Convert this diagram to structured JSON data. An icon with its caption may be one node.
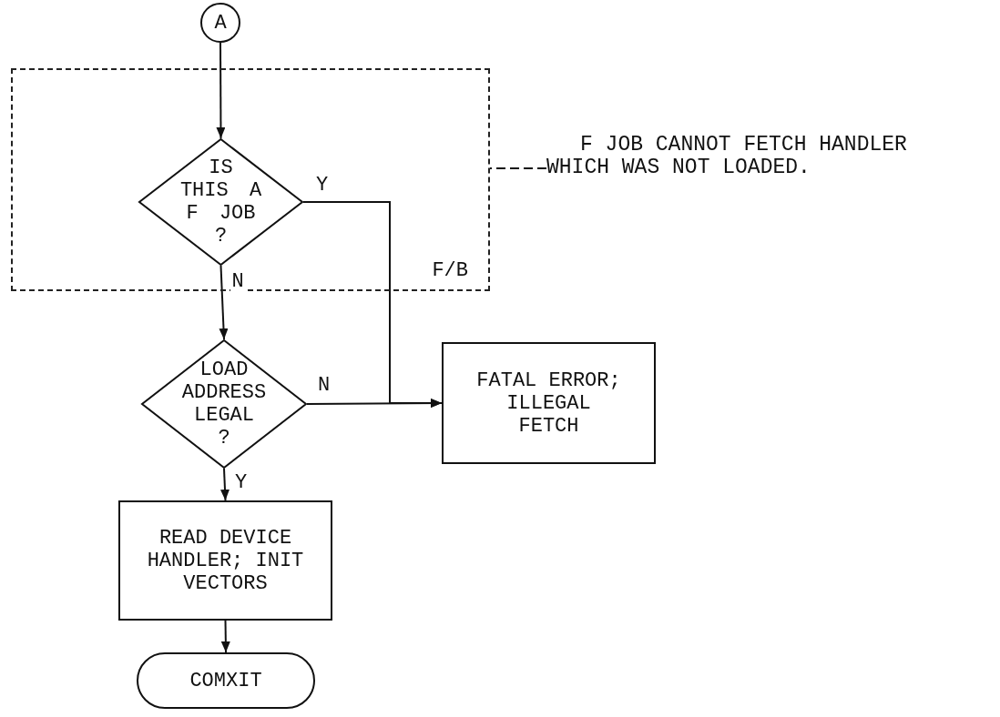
{
  "diagram": {
    "nodes": [
      {
        "text": [
          "A"
        ]
      },
      {
        "text": [
          "F/B"
        ]
      },
      {
        "text": [
          "IS THIS A F JOB ?"
        ],
        "in": 1
      },
      {
        "text": [
          "LOAD ADDRESS LEGAL ?"
        ]
      },
      {
        "text": [
          "FATAL ERROR; ILLEGAL FETCH"
        ]
      },
      {
        "text": [
          "READ DEVICE HANDLER; INIT VECTORS"
        ]
      },
      {
        "text": [
          "COMXIT"
        ]
      },
      {
        "text": [
          "F JOB CANNOT FETCH HANDLER WHICH WAS NOT LOADED."
        ]
      }
    ],
    "edges": [
      {
        "from": 0,
        "to": 2,
        "arrow": "to"
      },
      {
        "from": 2,
        "to": 4,
        "arrow": "to",
        "label": "Y"
      },
      {
        "from": 2,
        "to": 3,
        "arrow": "to",
        "label": "N"
      },
      {
        "from": 3,
        "to": 4,
        "arrow": "to",
        "label": "N"
      },
      {
        "from": 3,
        "to": 5,
        "arrow": "to",
        "label": "Y"
      },
      {
        "from": 5,
        "to": 6,
        "arrow": "to"
      },
      {
        "from": 7,
        "to": 1,
        "arrow": "none",
        "style": "dashed"
      }
    ]
  }
}
